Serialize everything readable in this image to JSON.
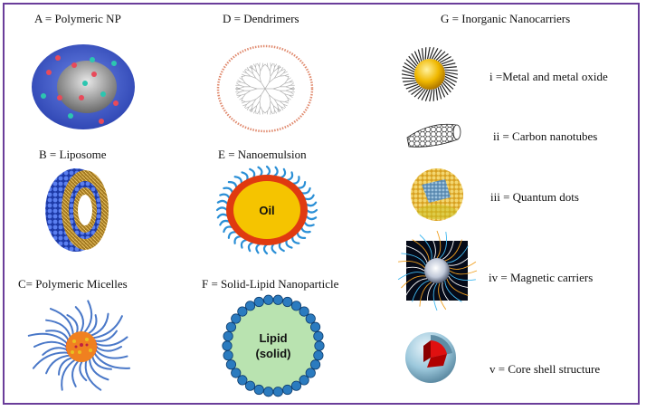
{
  "labels": {
    "a": "A = Polymeric  NP",
    "b": "B = Liposome",
    "c": "C= Polymeric Micelles",
    "d": "D = Dendrimers",
    "e": "E = Nanoemulsion",
    "f": "F = Solid-Lipid Nanoparticle",
    "g": "G = Inorganic  Nanocarriers",
    "g_items": [
      "i =Metal and metal oxide",
      "ii = Carbon nanotubes",
      "iii = Quantum dots",
      "iv = Magnetic carriers",
      "v = Core shell structure"
    ]
  },
  "inner_text": {
    "oil": "Oil",
    "lipid_line1": "Lipid",
    "lipid_line2": "(solid)"
  },
  "colors": {
    "frame": "#6a3d9a",
    "polymeric_outer": "#3b55c8",
    "polymeric_inner": "#7a7a7a",
    "liposome_blue": "#3c5fd6",
    "liposome_gold": "#c89a2a",
    "dendrimer": "#e08a6e",
    "oil_core": "#f5c400",
    "oil_ring": "#e03a10",
    "oil_tails": "#2a8fd6",
    "lipid_core": "#b9e3b0",
    "lipid_beads": "#2b7bbf",
    "micelle_tails": "#4a78c8",
    "micelle_core": "#f08020"
  }
}
